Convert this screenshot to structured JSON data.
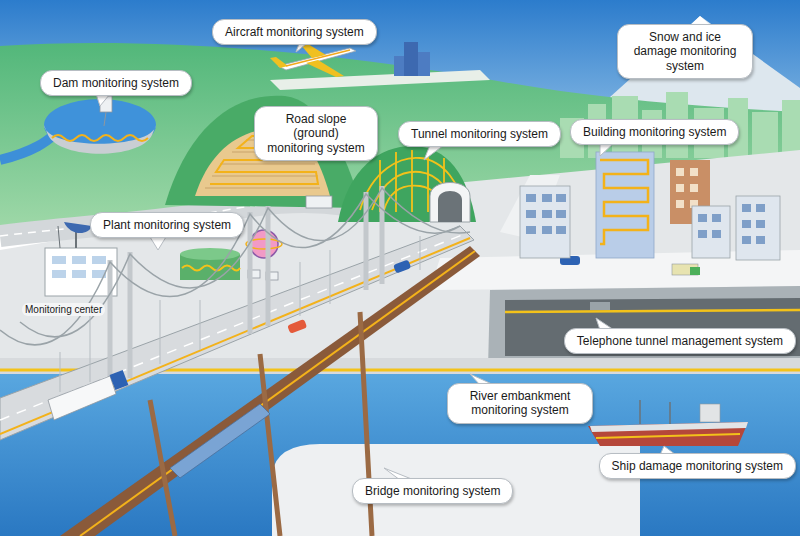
{
  "diagram": {
    "nodes": [
      {
        "text": [
          "Aircraft monitoring system"
        ]
      },
      {
        "text": [
          "Snow and ice damage monitoring system"
        ]
      },
      {
        "text": [
          "Dam monitoring system"
        ]
      },
      {
        "text": [
          "Road slope (ground) monitoring system"
        ]
      },
      {
        "text": [
          "Tunnel monitoring system"
        ]
      },
      {
        "text": [
          "Building monitoring system"
        ]
      },
      {
        "text": [
          "Plant monitoring system"
        ]
      },
      {
        "text": [
          "Telephone tunnel management system"
        ]
      },
      {
        "text": [
          "River embankment monitoring system"
        ]
      },
      {
        "text": [
          "Ship damage monitoring system"
        ]
      },
      {
        "text": [
          "Bridge monitoring system"
        ]
      }
    ],
    "labels": [
      "Monitoring center"
    ]
  }
}
